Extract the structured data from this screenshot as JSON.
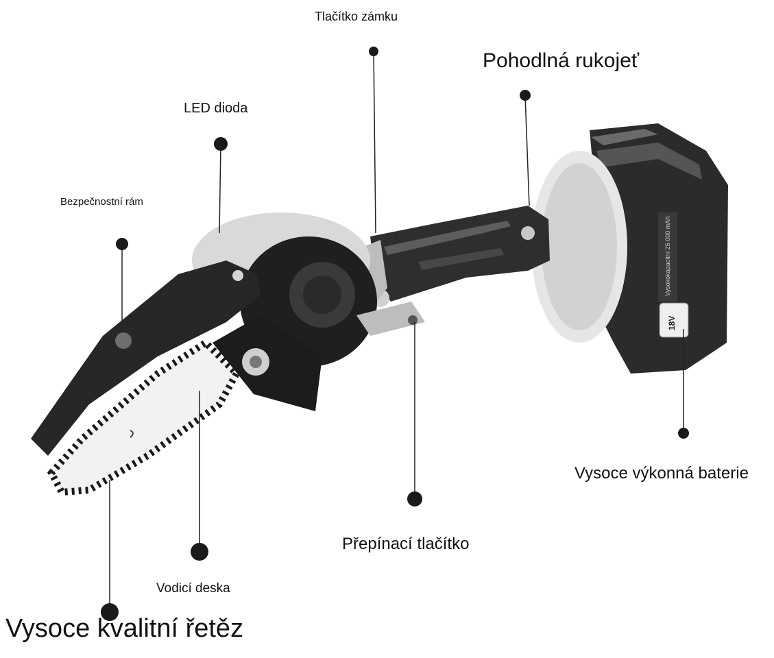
{
  "labels": {
    "lock_button": "Tlačítko zámku",
    "handle": "Pohodlná rukojeť",
    "led": "LED dioda",
    "safety_frame": "Bezpečnostní rám",
    "battery": "Vysoce výkonná baterie",
    "switch": "Přepínací tlačítko",
    "guide_bar": "Vodicí deska",
    "chain": "Vysoce kvalitní řetěz"
  },
  "battery_print": {
    "capacity": "Vysokokapacitní 25 000 mAh",
    "voltage": "18V"
  }
}
